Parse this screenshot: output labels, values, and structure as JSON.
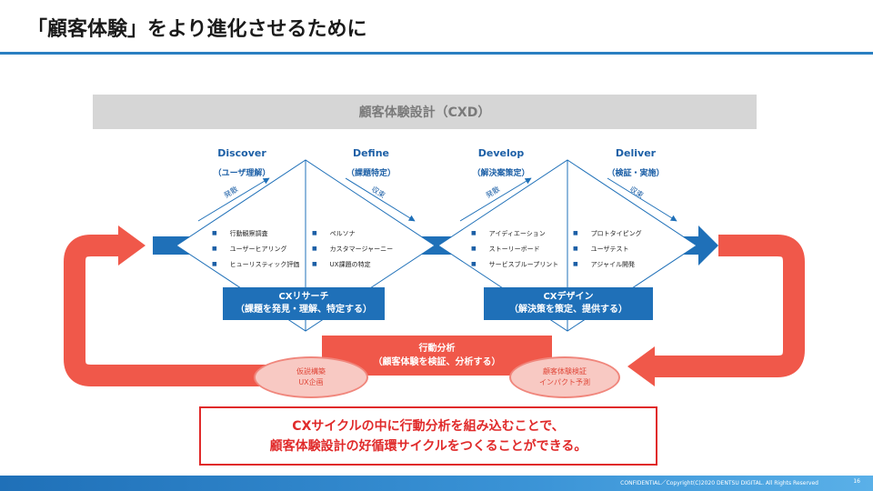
{
  "title": "「顧客体験」をより進化させるために",
  "banner": "顧客体験設計（CXD）",
  "phases": [
    {
      "name": "Discover",
      "sub": "（ユーザ理解）"
    },
    {
      "name": "Define",
      "sub": "（課題特定）"
    },
    {
      "name": "Develop",
      "sub": "（解決案策定）"
    },
    {
      "name": "Deliver",
      "sub": "（検証・実施）"
    }
  ],
  "arrow_labels": {
    "diverge1": "発散",
    "converge1": "収束",
    "diverge2": "発散",
    "converge2": "収束"
  },
  "lists": {
    "discover": [
      "行動観察調査",
      "ユーザーヒアリング",
      "ヒューリスティック評価"
    ],
    "define": [
      "ペルソナ",
      "カスタマージャーニー",
      "UX課題の特定"
    ],
    "develop": [
      "アイディエーション",
      "ストーリーボード",
      "サービスブループリント"
    ],
    "deliver": [
      "プロトタイピング",
      "ユーザテスト",
      "アジャイル開発"
    ]
  },
  "boxes": {
    "research": {
      "line1": "CXリサーチ",
      "line2": "（課題を発見・理解、特定する）"
    },
    "design": {
      "line1": "CXデザイン",
      "line2": "（解決策を策定、提供する）"
    },
    "action": {
      "line1": "行動分析",
      "line2": "（顧客体験を検証、分析する）"
    }
  },
  "ellipses": {
    "left": {
      "line1": "仮説構築",
      "line2": "UX企画"
    },
    "right": {
      "line1": "顧客体験検証",
      "line2": "インパクト予測"
    }
  },
  "message": {
    "line1": "CXサイクルの中に行動分析を組み込むことで、",
    "line2": "顧客体験設計の好循環サイクルをつくることができる。"
  },
  "footer": "CONFIDENTIAL／Copyright(C)2020 DENTSU DIGITAL. All Rights Reserved",
  "page_number": "16",
  "colors": {
    "blue": "#1f70b8",
    "red": "#f0584a",
    "banner_gray": "#d6d6d6"
  }
}
